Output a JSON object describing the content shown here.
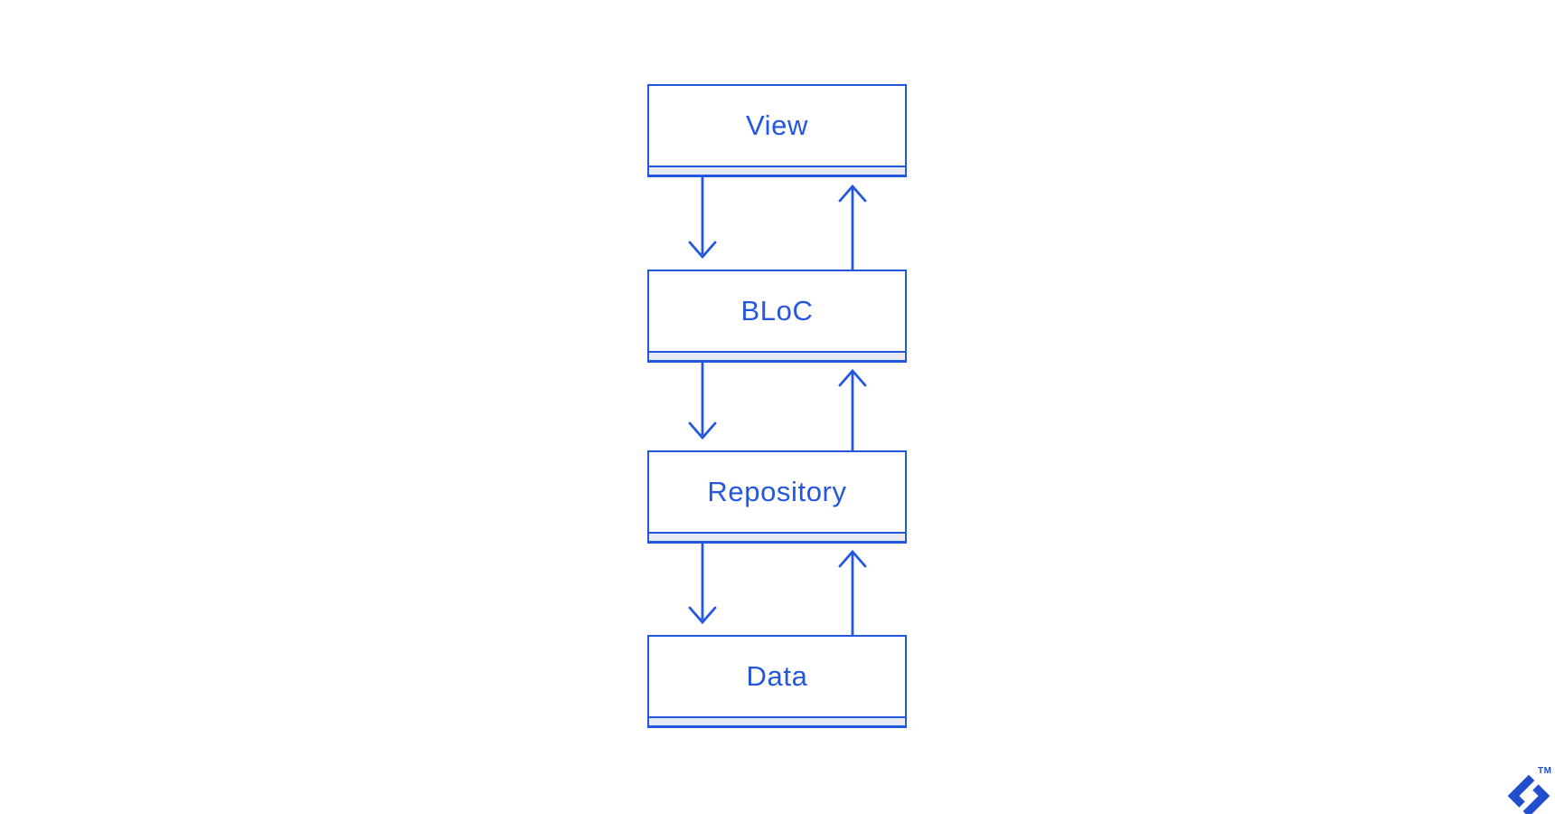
{
  "page": {
    "background": "#ffffff",
    "description": "BLoC architecture layered flow diagram"
  },
  "colors": {
    "line": "#2457e0",
    "label_text": "#2457e0",
    "node_fill": "#ffffff",
    "strip_fill": "#e8eaf3",
    "logo": "#204ecf"
  },
  "diagram": {
    "type": "flow",
    "direction": "vertical",
    "nodes": [
      {
        "id": "view",
        "label": "View"
      },
      {
        "id": "bloc",
        "label": "BLoC"
      },
      {
        "id": "repository",
        "label": "Repository"
      },
      {
        "id": "data",
        "label": "Data"
      }
    ],
    "edges": [
      {
        "from": "view",
        "to": "bloc",
        "direction": "down"
      },
      {
        "from": "bloc",
        "to": "view",
        "direction": "up"
      },
      {
        "from": "bloc",
        "to": "repository",
        "direction": "down"
      },
      {
        "from": "repository",
        "to": "bloc",
        "direction": "up"
      },
      {
        "from": "repository",
        "to": "data",
        "direction": "down"
      },
      {
        "from": "data",
        "to": "repository",
        "direction": "up"
      }
    ]
  },
  "branding": {
    "logo": "toptal-mark",
    "trademark_label": "TM"
  }
}
